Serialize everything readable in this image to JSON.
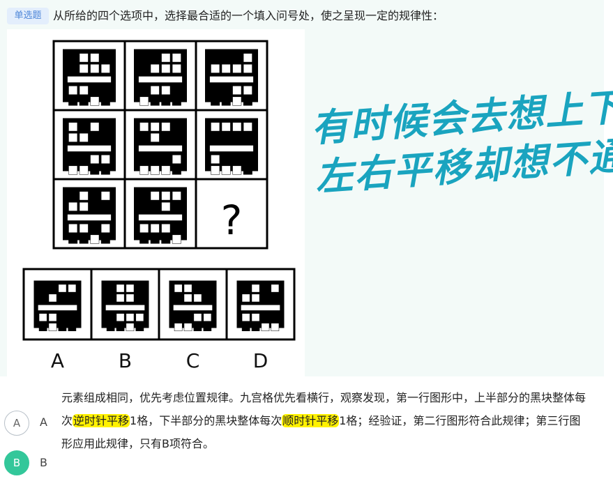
{
  "question": {
    "type_tag": "单选题",
    "text": "从所给的四个选项中，选择最合适的一个填入问号处，使之呈现一定的规律性："
  },
  "figure": {
    "grid": [
      {
        "top": [
          [
            1,
            0,
            0,
            1
          ],
          [
            1,
            0,
            0,
            0
          ]
        ],
        "bottom": [
          [
            0,
            0,
            1,
            1
          ],
          [
            1,
            1,
            0,
            1
          ]
        ]
      },
      {
        "top": [
          [
            1,
            1,
            0,
            0
          ],
          [
            1,
            0,
            0,
            0
          ]
        ],
        "bottom": [
          [
            1,
            0,
            0,
            1
          ],
          [
            0,
            1,
            1,
            1
          ]
        ]
      },
      {
        "top": [
          [
            1,
            1,
            1,
            0
          ],
          [
            0,
            0,
            0,
            0
          ]
        ],
        "bottom": [
          [
            1,
            1,
            0,
            0
          ],
          [
            1,
            1,
            0,
            1
          ]
        ]
      },
      {
        "top": [
          [
            0,
            1,
            0,
            1
          ],
          [
            0,
            0,
            1,
            1
          ]
        ],
        "bottom": [
          [
            1,
            1,
            0,
            0
          ],
          [
            0,
            0,
            1,
            1
          ]
        ]
      },
      {
        "top": [
          [
            0,
            0,
            0,
            1
          ],
          [
            1,
            0,
            1,
            1
          ]
        ],
        "bottom": [
          [
            1,
            1,
            1,
            0
          ],
          [
            0,
            0,
            0,
            1
          ]
        ]
      },
      {
        "top": [
          [
            0,
            0,
            0,
            0
          ],
          [
            1,
            1,
            1,
            1
          ]
        ],
        "bottom": [
          [
            0,
            1,
            1,
            1
          ],
          [
            0,
            0,
            0,
            1
          ]
        ]
      },
      {
        "top": [
          [
            1,
            0,
            1,
            0
          ],
          [
            0,
            0,
            1,
            1
          ]
        ],
        "bottom": [
          [
            0,
            0,
            1,
            0
          ],
          [
            1,
            1,
            0,
            1
          ]
        ]
      },
      {
        "top": [
          [
            1,
            0,
            0,
            0
          ],
          [
            1,
            1,
            0,
            1
          ]
        ],
        "bottom": [
          [
            0,
            0,
            0,
            1
          ],
          [
            1,
            1,
            1,
            0
          ]
        ]
      },
      null
    ],
    "missing_mark": "?",
    "options": [
      {
        "label": "A",
        "top": [
          [
            1,
            1,
            0,
            0
          ],
          [
            1,
            0,
            1,
            1
          ]
        ],
        "bottom": [
          [
            0,
            0,
            1,
            1
          ],
          [
            1,
            0,
            1,
            1
          ]
        ]
      },
      {
        "label": "B",
        "top": [
          [
            1,
            0,
            0,
            1
          ],
          [
            1,
            0,
            0,
            1
          ]
        ],
        "bottom": [
          [
            1,
            0,
            0,
            0
          ],
          [
            1,
            1,
            0,
            1
          ]
        ]
      },
      {
        "label": "C",
        "top": [
          [
            0,
            0,
            1,
            1
          ],
          [
            1,
            0,
            0,
            1
          ]
        ],
        "bottom": [
          [
            1,
            1,
            0,
            0
          ],
          [
            0,
            0,
            1,
            1
          ]
        ]
      },
      {
        "label": "D",
        "top": [
          [
            1,
            0,
            1,
            0
          ],
          [
            0,
            0,
            1,
            1
          ]
        ],
        "bottom": [
          [
            0,
            0,
            1,
            1
          ],
          [
            1,
            1,
            0,
            0
          ]
        ]
      }
    ]
  },
  "handwriting": {
    "line1": "有时候会去想上下",
    "line2": "左右平移却想不通"
  },
  "explanation": {
    "part1": "元素组成相同，优先考虑位置规律。九宫格优先看横行，观察发现，第一行图形中，上半部分的黑块整体每次",
    "hl1": "逆时针平移",
    "part2": "1格，下半部分的黑块整体每次",
    "hl2": "顺时针平移",
    "part3": "1格；经验证，第二行图形符合此规律；第三行图形应用此规律，只有B项符合。"
  },
  "answers": [
    {
      "circle": "A",
      "label": "A",
      "state": "unselected"
    },
    {
      "circle": "B",
      "label": "B",
      "state": "selected"
    }
  ],
  "colors": {
    "accent": "#33c79a",
    "tag_bg": "#e3eefc",
    "tag_text": "#4d86d8",
    "handwriting": "#1aa4bf",
    "highlight": "#fff100"
  }
}
